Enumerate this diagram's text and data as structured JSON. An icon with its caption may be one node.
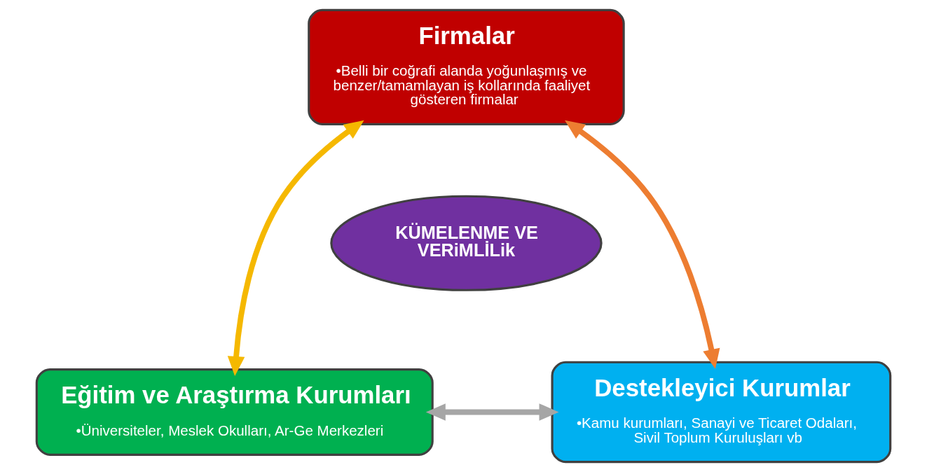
{
  "diagram": {
    "nodes": [
      {
        "text": [
          "Firmalar",
          "•Belli bir coğrafi alanda yoğunlaşmış ve benzer/tamamlayan iş kollarında faaliyet gösteren firmalar"
        ]
      },
      {
        "text": [
          "KÜMELENME VE VERiMLİLik"
        ]
      },
      {
        "text": [
          "Eğitim ve Araştırma Kurumları",
          "•Üniversiteler, Meslek Okulları, Ar-Ge Merkezleri"
        ]
      },
      {
        "text": [
          "Destekleyici Kurumlar",
          "•Kamu kurumları, Sanayi ve Ticaret Odaları, Sivil Toplum Kuruluşları vb"
        ]
      }
    ],
    "edges": [
      {
        "from": 0,
        "to": 2,
        "arrow": "both",
        "color": "#f5b800"
      },
      {
        "from": 0,
        "to": 3,
        "arrow": "both",
        "color": "#ed7d31"
      },
      {
        "from": 2,
        "to": 3,
        "arrow": "both",
        "color": "#a6a6a6"
      }
    ]
  }
}
